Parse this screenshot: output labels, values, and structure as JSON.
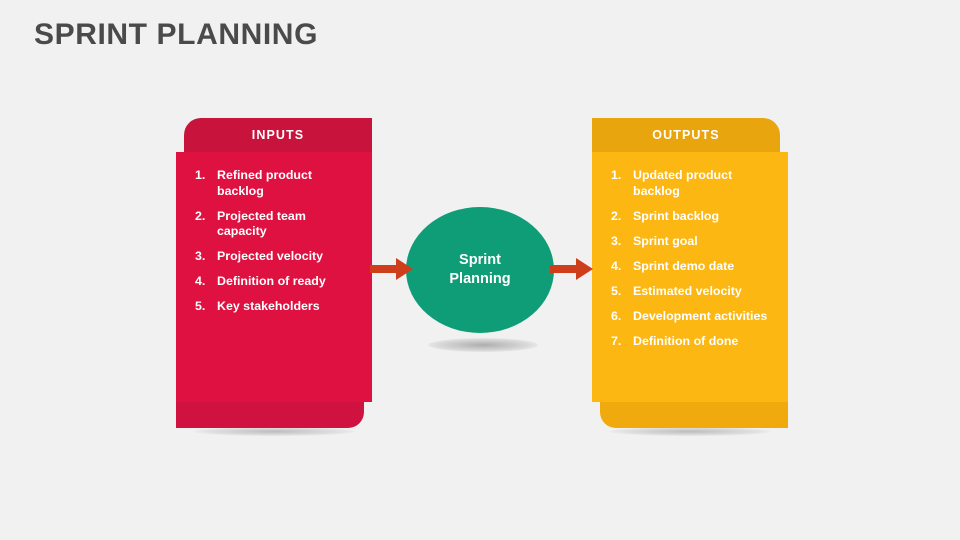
{
  "slide": {
    "title": "SPRINT PLANNING",
    "background_color": "#f1f1f1",
    "title_color": "#4a4a4a"
  },
  "inputs": {
    "header": "INPUTS",
    "color": "#de1140",
    "header_color": "#c8143c",
    "items": [
      {
        "num": "1.",
        "text": "Refined product backlog"
      },
      {
        "num": "2.",
        "text": "Projected team capacity"
      },
      {
        "num": "3.",
        "text": "Projected velocity"
      },
      {
        "num": "4.",
        "text": "Definition of ready"
      },
      {
        "num": "5.",
        "text": "Key stakeholders"
      }
    ]
  },
  "process": {
    "label": "Sprint\nPlanning",
    "color": "#0f9d77"
  },
  "outputs": {
    "header": "OUTPUTS",
    "color": "#fcb713",
    "header_color": "#e8a50e",
    "items": [
      {
        "num": "1.",
        "text": "Updated product backlog"
      },
      {
        "num": "2.",
        "text": "Sprint backlog"
      },
      {
        "num": "3.",
        "text": "Sprint goal"
      },
      {
        "num": "4.",
        "text": "Sprint demo date"
      },
      {
        "num": "5.",
        "text": "Estimated velocity"
      },
      {
        "num": "6.",
        "text": "Development activities"
      },
      {
        "num": "7.",
        "text": "Definition of done"
      }
    ]
  },
  "arrows": {
    "color": "#cf3e1b",
    "inbound_name": "arrow-inputs-to-process",
    "outbound_name": "arrow-process-to-outputs"
  }
}
